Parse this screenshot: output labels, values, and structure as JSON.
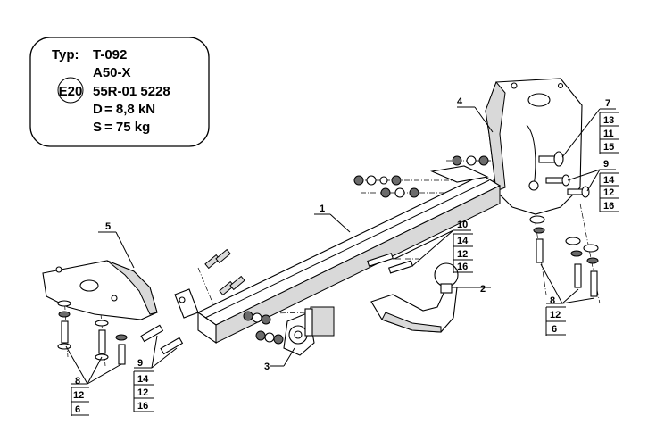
{
  "info_box": {
    "typ_label": "Typ:",
    "typ_value": "T-092",
    "code": "A50-X",
    "approval_mark": "E20",
    "approval_number": "55R-01 5228",
    "d_label": "D",
    "d_value": "= 8,8 kN",
    "s_label": "S",
    "s_value": "= 75  kg"
  },
  "callouts": [
    {
      "id": "c1",
      "text": "1"
    },
    {
      "id": "c2",
      "text": "2"
    },
    {
      "id": "c3",
      "text": "3"
    },
    {
      "id": "c4",
      "text": "4"
    },
    {
      "id": "c5",
      "text": "5"
    },
    {
      "id": "c7",
      "text": "7"
    },
    {
      "id": "c9a",
      "text": "9"
    },
    {
      "id": "c9b",
      "text": "9"
    },
    {
      "id": "c10",
      "text": "10"
    }
  ],
  "label_stacks": [
    {
      "id": "s7",
      "items": [
        "13",
        "11",
        "15"
      ]
    },
    {
      "id": "s9a",
      "items": [
        "14",
        "12",
        "16"
      ]
    },
    {
      "id": "s10",
      "items": [
        "14",
        "12",
        "16"
      ]
    },
    {
      "id": "s8a",
      "items": [
        "8",
        "12",
        "6"
      ]
    },
    {
      "id": "s8b",
      "items": [
        "8",
        "12",
        "6"
      ]
    },
    {
      "id": "s9b",
      "items": [
        "14",
        "12",
        "16"
      ]
    }
  ]
}
